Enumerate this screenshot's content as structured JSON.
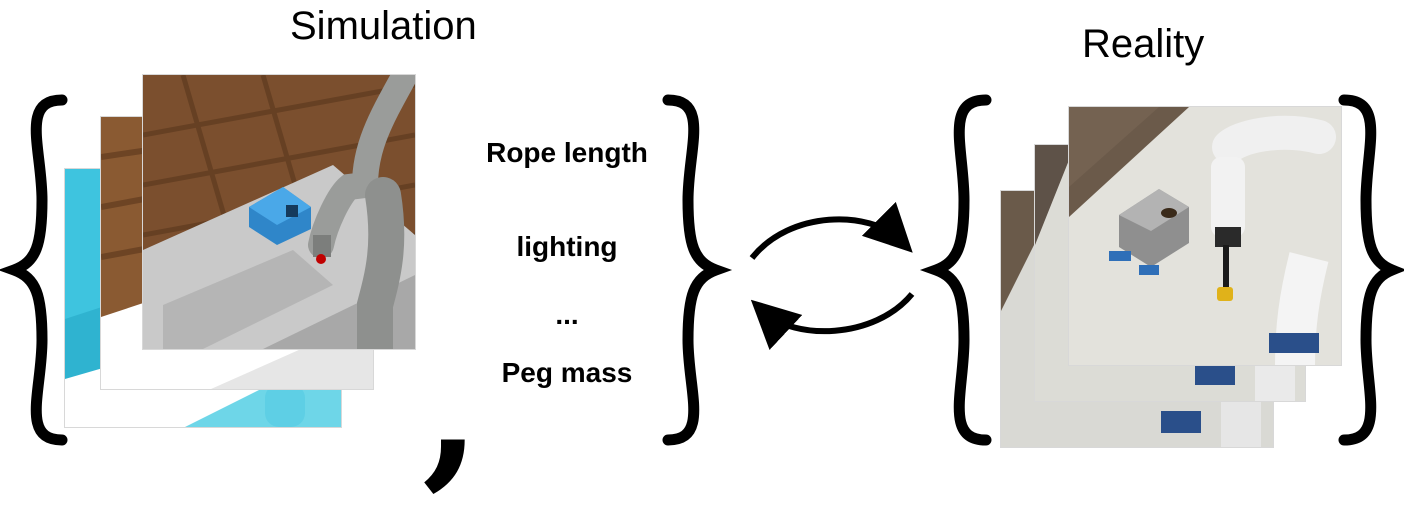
{
  "simulation": {
    "title": "Simulation",
    "parameters": [
      "Rope length",
      "lighting",
      "...",
      "Peg mass"
    ]
  },
  "reality": {
    "title": "Reality"
  },
  "separator": ","
}
